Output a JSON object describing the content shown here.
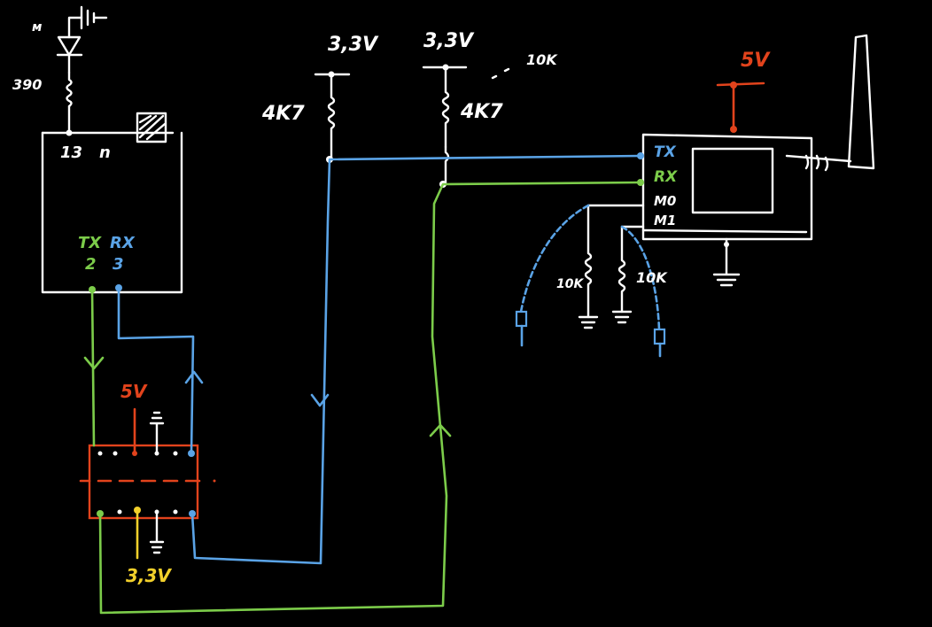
{
  "colors": {
    "background": "#000000",
    "wire": "#ffffff",
    "tx_line": "#5aa3e6",
    "rx_line": "#7ccc4a",
    "five_volt": "#e2431c",
    "three_volt": "#f2d02b"
  },
  "arduino": {
    "led_resistor": "390",
    "led_label": "м",
    "pin_label": "13",
    "pin_suffix": "n",
    "tx_label": "TX",
    "rx_label": "RX",
    "tx_pin": "2",
    "rx_pin": "3"
  },
  "level_shifter": {
    "supply_high": "5V",
    "supply_low": "3,3V"
  },
  "pullups": {
    "supply_left": "3,3V",
    "supply_right": "3,3V",
    "resistor_left": "4K7",
    "resistor_right": "4K7",
    "note": "10K"
  },
  "radio_module": {
    "supply": "5V",
    "pin_tx": "TX",
    "pin_rx": "RX",
    "pin_m0": "M0",
    "pin_m1": "M1",
    "resistor_m0": "10K",
    "resistor_m1": "10K"
  }
}
